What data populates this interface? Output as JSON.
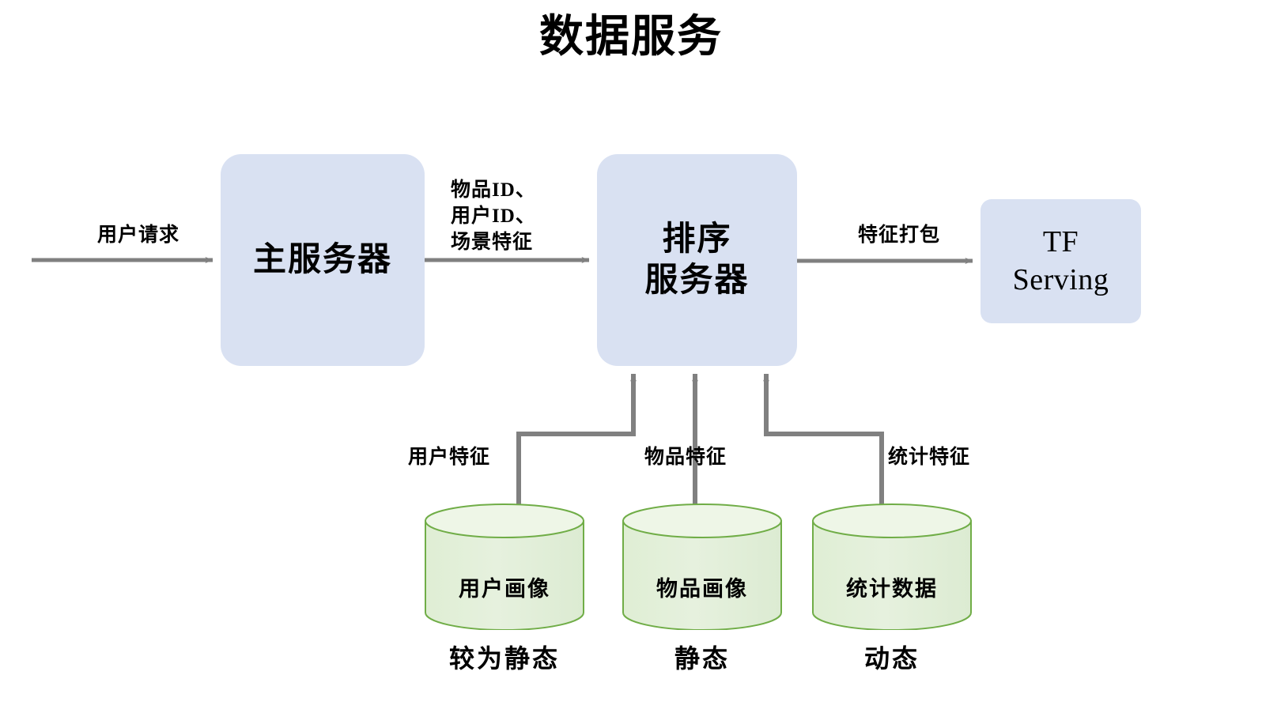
{
  "page": {
    "title": "数据服务",
    "background_color": "#ffffff"
  },
  "palette": {
    "box_fill": "#d9e1f2",
    "cylinder_fill": "#e2efda",
    "cylinder_top_fill": "#edf5e6",
    "cylinder_stroke": "#70ad47",
    "connector_color": "#808080",
    "text_color": "#000000"
  },
  "nodes": {
    "main_server": {
      "label": "主服务器",
      "type": "process"
    },
    "rank_server": {
      "label": "排序\n服务器",
      "type": "process"
    },
    "tf_serving": {
      "label": "TF\nServing",
      "type": "process"
    },
    "user_profile_db": {
      "label": "用户画像",
      "type": "datastore",
      "caption": "较为静态"
    },
    "item_profile_db": {
      "label": "物品画像",
      "type": "datastore",
      "caption": "静态"
    },
    "stats_db": {
      "label": "统计数据",
      "type": "datastore",
      "caption": "动态"
    }
  },
  "edges": {
    "user_request": {
      "label": "用户请求",
      "from": "client",
      "to": "main_server"
    },
    "ids_to_rank": {
      "label": "物品ID、\n用户ID、\n场景特征",
      "from": "main_server",
      "to": "rank_server"
    },
    "feature_pack": {
      "label": "特征打包",
      "from": "rank_server",
      "to": "tf_serving"
    },
    "user_feature": {
      "label": "用户特征",
      "from": "user_profile_db",
      "to": "rank_server"
    },
    "item_feature": {
      "label": "物品特征",
      "from": "item_profile_db",
      "to": "rank_server"
    },
    "stat_feature": {
      "label": "统计特征",
      "from": "stats_db",
      "to": "rank_server"
    }
  }
}
